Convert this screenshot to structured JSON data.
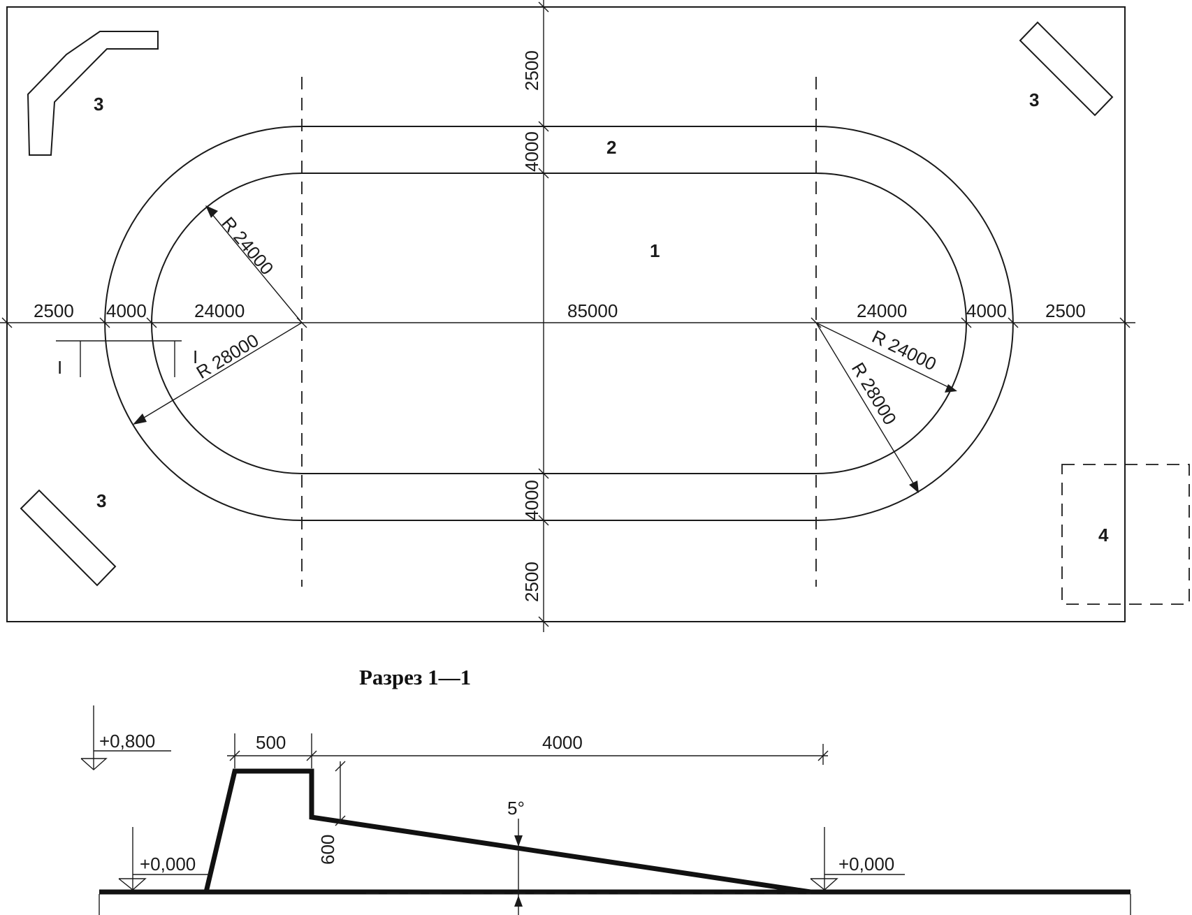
{
  "plan": {
    "labels": {
      "field": "1",
      "track": "2",
      "sector_top_left": "3",
      "sector_top_right": "3",
      "sector_bottom_left": "3",
      "building": "4"
    },
    "dimensions": {
      "left_margin": "2500",
      "left_track": "4000",
      "left_radius_zone": "24000",
      "straight": "85000",
      "right_radius_zone": "24000",
      "right_track": "4000",
      "right_margin": "2500",
      "top_margin": "2500",
      "top_track": "4000",
      "bottom_track": "4000",
      "bottom_margin": "2500"
    },
    "radii": {
      "left_inner": "R 24000",
      "left_outer": "R 28000",
      "right_inner": "R 24000",
      "right_outer": "R 28000"
    },
    "section_marks": {
      "left": "I",
      "right": "I"
    }
  },
  "section": {
    "title": "Разрез 1—1",
    "level_top": "+0,800",
    "level_left": "+0,000",
    "level_right": "+0,000",
    "dim_top": "500",
    "dim_slope": "4000",
    "dim_height": "600",
    "angle": "5°"
  }
}
